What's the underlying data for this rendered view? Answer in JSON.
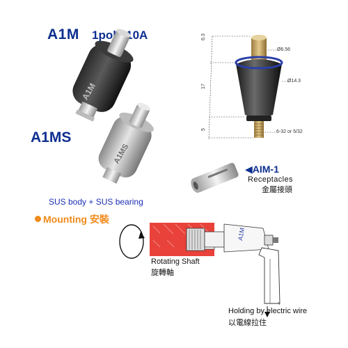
{
  "header": {
    "model": "A1M",
    "spec": "1pole  10A",
    "variant": "A1MS"
  },
  "product_engraving": {
    "a1m": "A1M",
    "a1ms": "A1MS"
  },
  "dimensions": {
    "top": "6.3",
    "body_height": "17",
    "bottom": "5",
    "dia_small": "Ø6.56",
    "dia_large": "Ø14.3",
    "thread": "6-32 or 5/32"
  },
  "receptacle": {
    "code": "◀AIM-1",
    "label": "Receptacles",
    "label_cn": "金屬接頭"
  },
  "materials": "SUS body + SUS bearing",
  "mounting": {
    "title": "Mounting",
    "title_cn": "安裝",
    "device_label": "A1M",
    "rotating_shaft": "Rotating Shaft",
    "rotating_shaft_cn": "旋轉軸",
    "holding": "Holding by electric wire",
    "holding_cn": "以電線拉住"
  },
  "colors": {
    "title_blue": "#0d2f8f",
    "accent_orange": "#f08a1a",
    "shaft_red": "#e8423a",
    "brass": "#c9a96a"
  }
}
